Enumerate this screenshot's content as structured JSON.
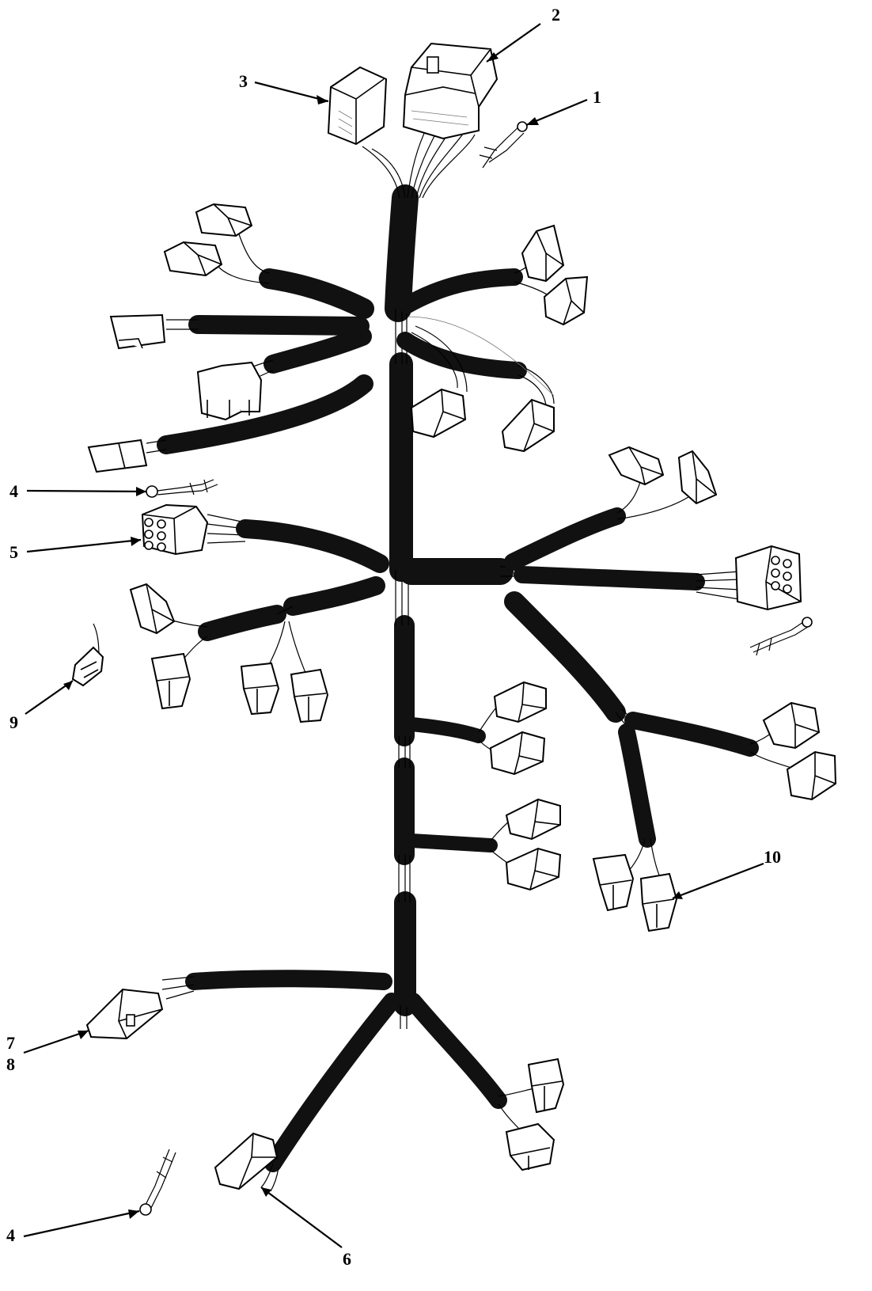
{
  "colors": {
    "ink": "#000000",
    "sheath": "#111111",
    "paper": "#ffffff"
  },
  "callouts": [
    {
      "id": "c1",
      "label": "1"
    },
    {
      "id": "c2",
      "label": "2"
    },
    {
      "id": "c3",
      "label": "3"
    },
    {
      "id": "c4a",
      "label": "4"
    },
    {
      "id": "c5",
      "label": "5"
    },
    {
      "id": "c9",
      "label": "9"
    },
    {
      "id": "c10",
      "label": "10"
    },
    {
      "id": "c7",
      "label": "7"
    },
    {
      "id": "c8",
      "label": "8"
    },
    {
      "id": "c4b",
      "label": "4"
    },
    {
      "id": "c6",
      "label": "6"
    }
  ]
}
